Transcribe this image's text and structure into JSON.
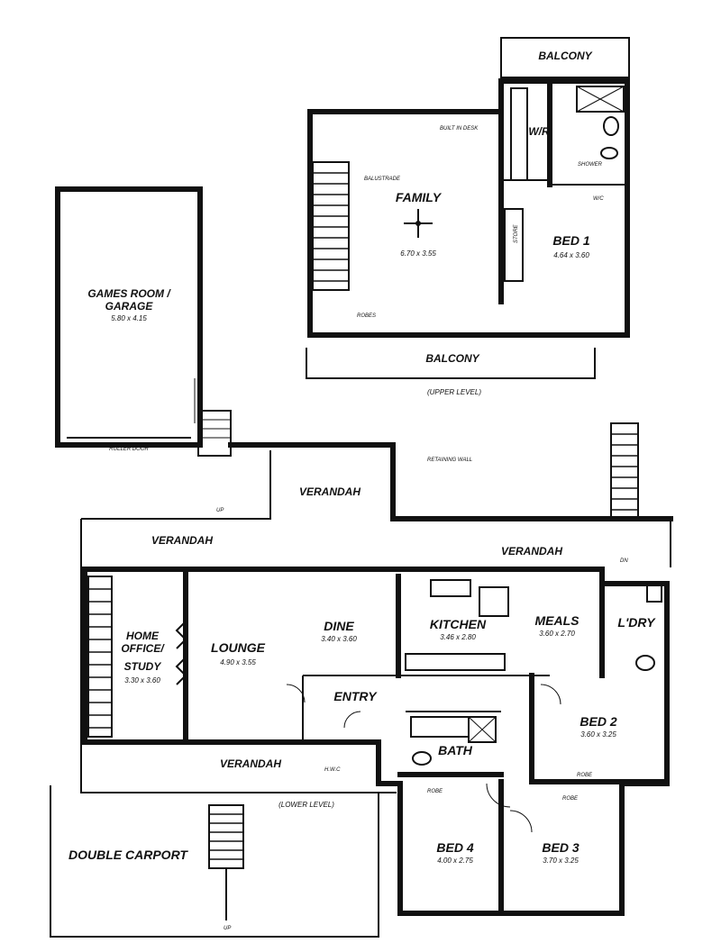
{
  "upper": {
    "balcony_top": "BALCONY",
    "wir": "W/R",
    "family": {
      "name": "FAMILY",
      "size": "6.70 x 3.55"
    },
    "bed1": {
      "name": "BED 1",
      "size": "4.64 x 3.60"
    },
    "balcony_bottom": "BALCONY",
    "level": "(UPPER LEVEL)",
    "notes": {
      "balustrade": "BALUSTRADE",
      "built_in": "BUILT IN DESK",
      "shower": "SHOWER",
      "wc": "W/C",
      "robes": "ROBES",
      "store": "STORE"
    }
  },
  "garage": {
    "name": "GAMES ROOM / GARAGE",
    "line1": "GAMES ROOM /",
    "line2": "GARAGE",
    "size": "5.80 x 4.15",
    "door": "ROLLER DOOR"
  },
  "lower": {
    "verandah_top": "VERANDAH",
    "verandah_left": "VERANDAH",
    "verandah_right": "VERANDAH",
    "verandah_bottom": "VERANDAH",
    "retaining": "RETAINING WALL",
    "home_office": {
      "line1": "HOME",
      "line2": "OFFICE/",
      "line3": "STUDY",
      "size": "3.30 x 3.60"
    },
    "lounge": {
      "name": "LOUNGE",
      "size": "4.90 x 3.55"
    },
    "dine": {
      "name": "DINE",
      "size": "3.40 x 3.60"
    },
    "kitchen": {
      "name": "KITCHEN",
      "size": "3.46 x 2.80"
    },
    "meals": {
      "name": "MEALS",
      "size": "3.60 x 2.70"
    },
    "ldry": "L'DRY",
    "entry": "ENTRY",
    "bed2": {
      "name": "BED 2",
      "size": "3.60 x 3.25"
    },
    "bath": "BATH",
    "bed4": {
      "name": "BED 4",
      "size": "4.00 x 2.75"
    },
    "bed3": {
      "name": "BED 3",
      "size": "3.70 x 3.25"
    },
    "robe": "ROBE",
    "level": "(LOWER LEVEL)",
    "carport": "DOUBLE CARPORT",
    "up": "UP",
    "dn": "DN",
    "hwc": "H.W.C"
  }
}
